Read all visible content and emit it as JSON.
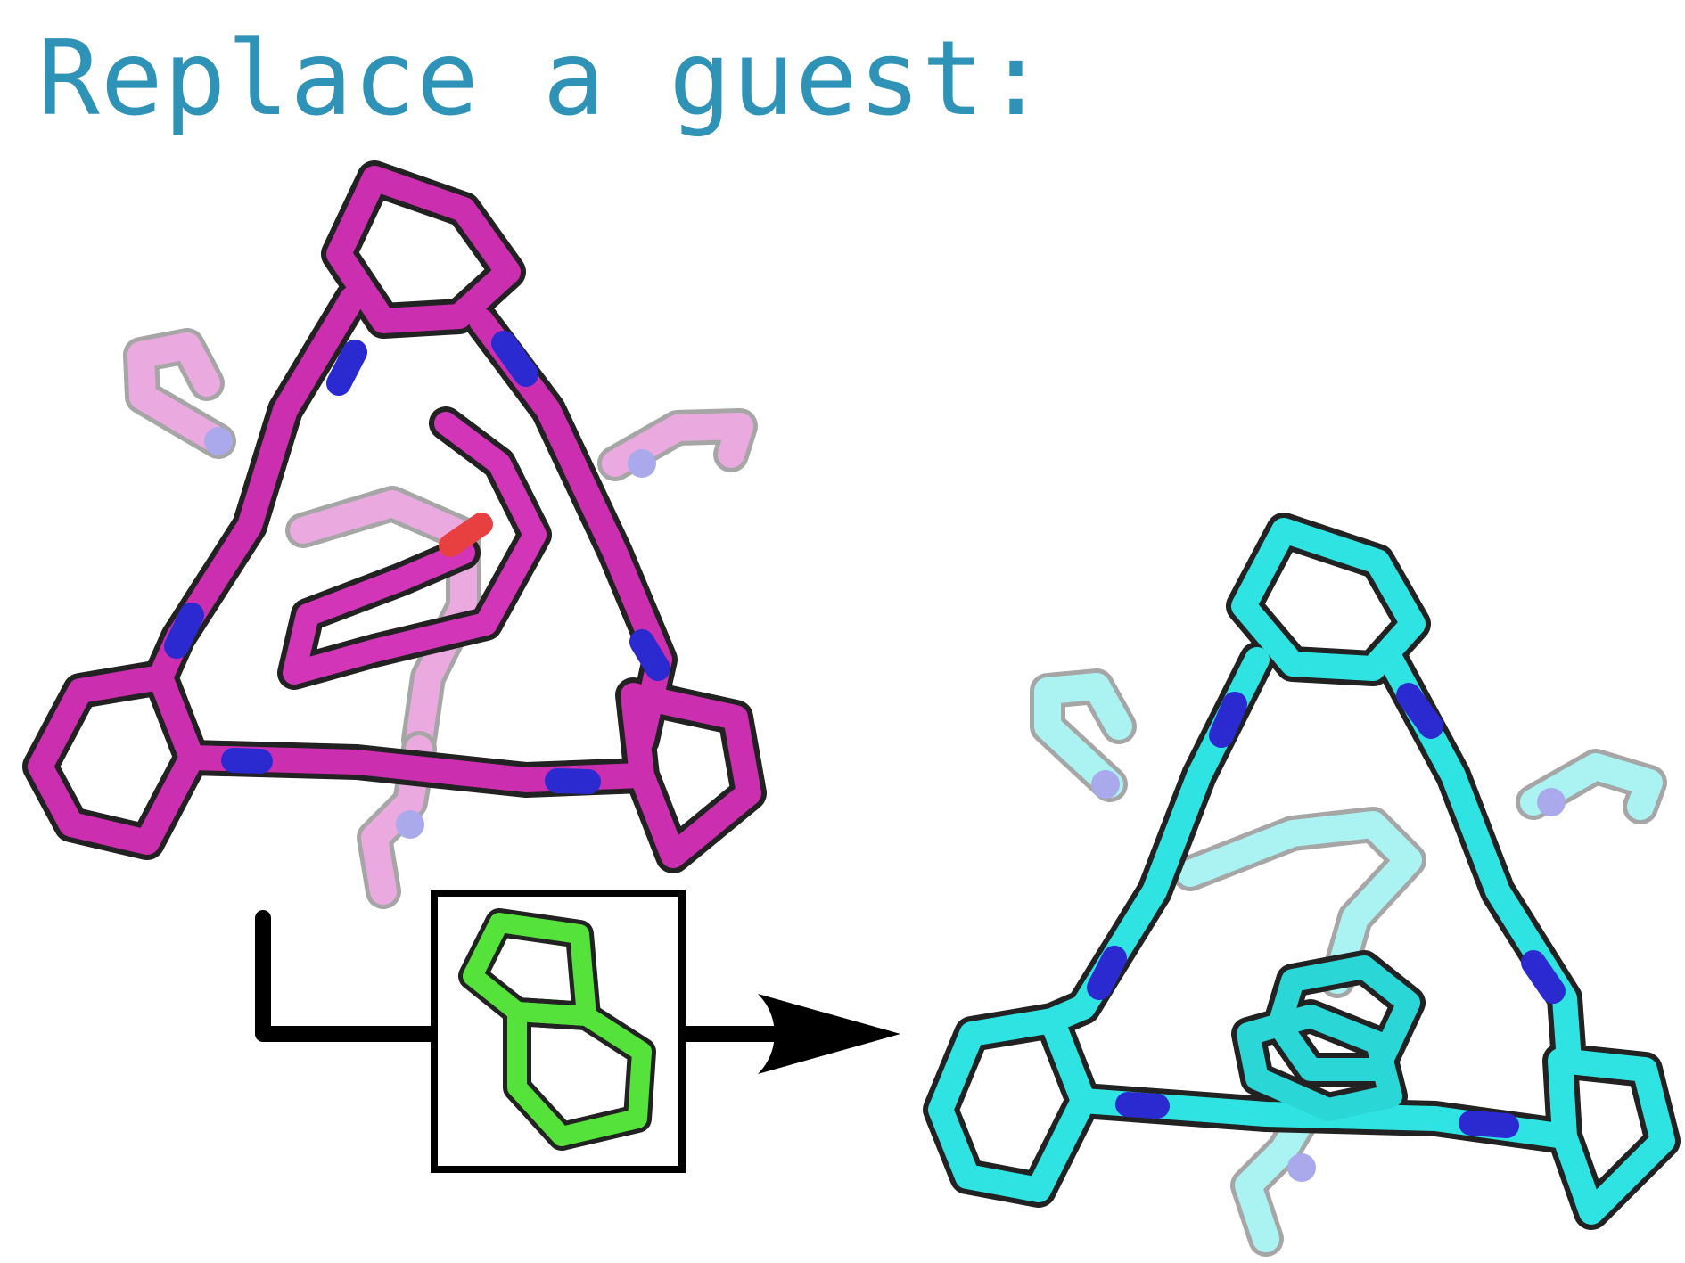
{
  "title": "Replace a guest:",
  "colors": {
    "title": "#2f93b8",
    "cage_before": "#cc2eb0",
    "cage_after": "#2fe3e3",
    "new_guest": "#55e23a",
    "nitrogen": "#2a2ad0",
    "oxygen": "#e84040",
    "arrow": "#000000"
  },
  "molecules": [
    {
      "name": "host-cage-with-original-guest",
      "color_key": "cage_before"
    },
    {
      "name": "new-guest-indane",
      "color_key": "new_guest"
    },
    {
      "name": "host-cage-with-new-guest",
      "color_key": "cage_after"
    }
  ]
}
